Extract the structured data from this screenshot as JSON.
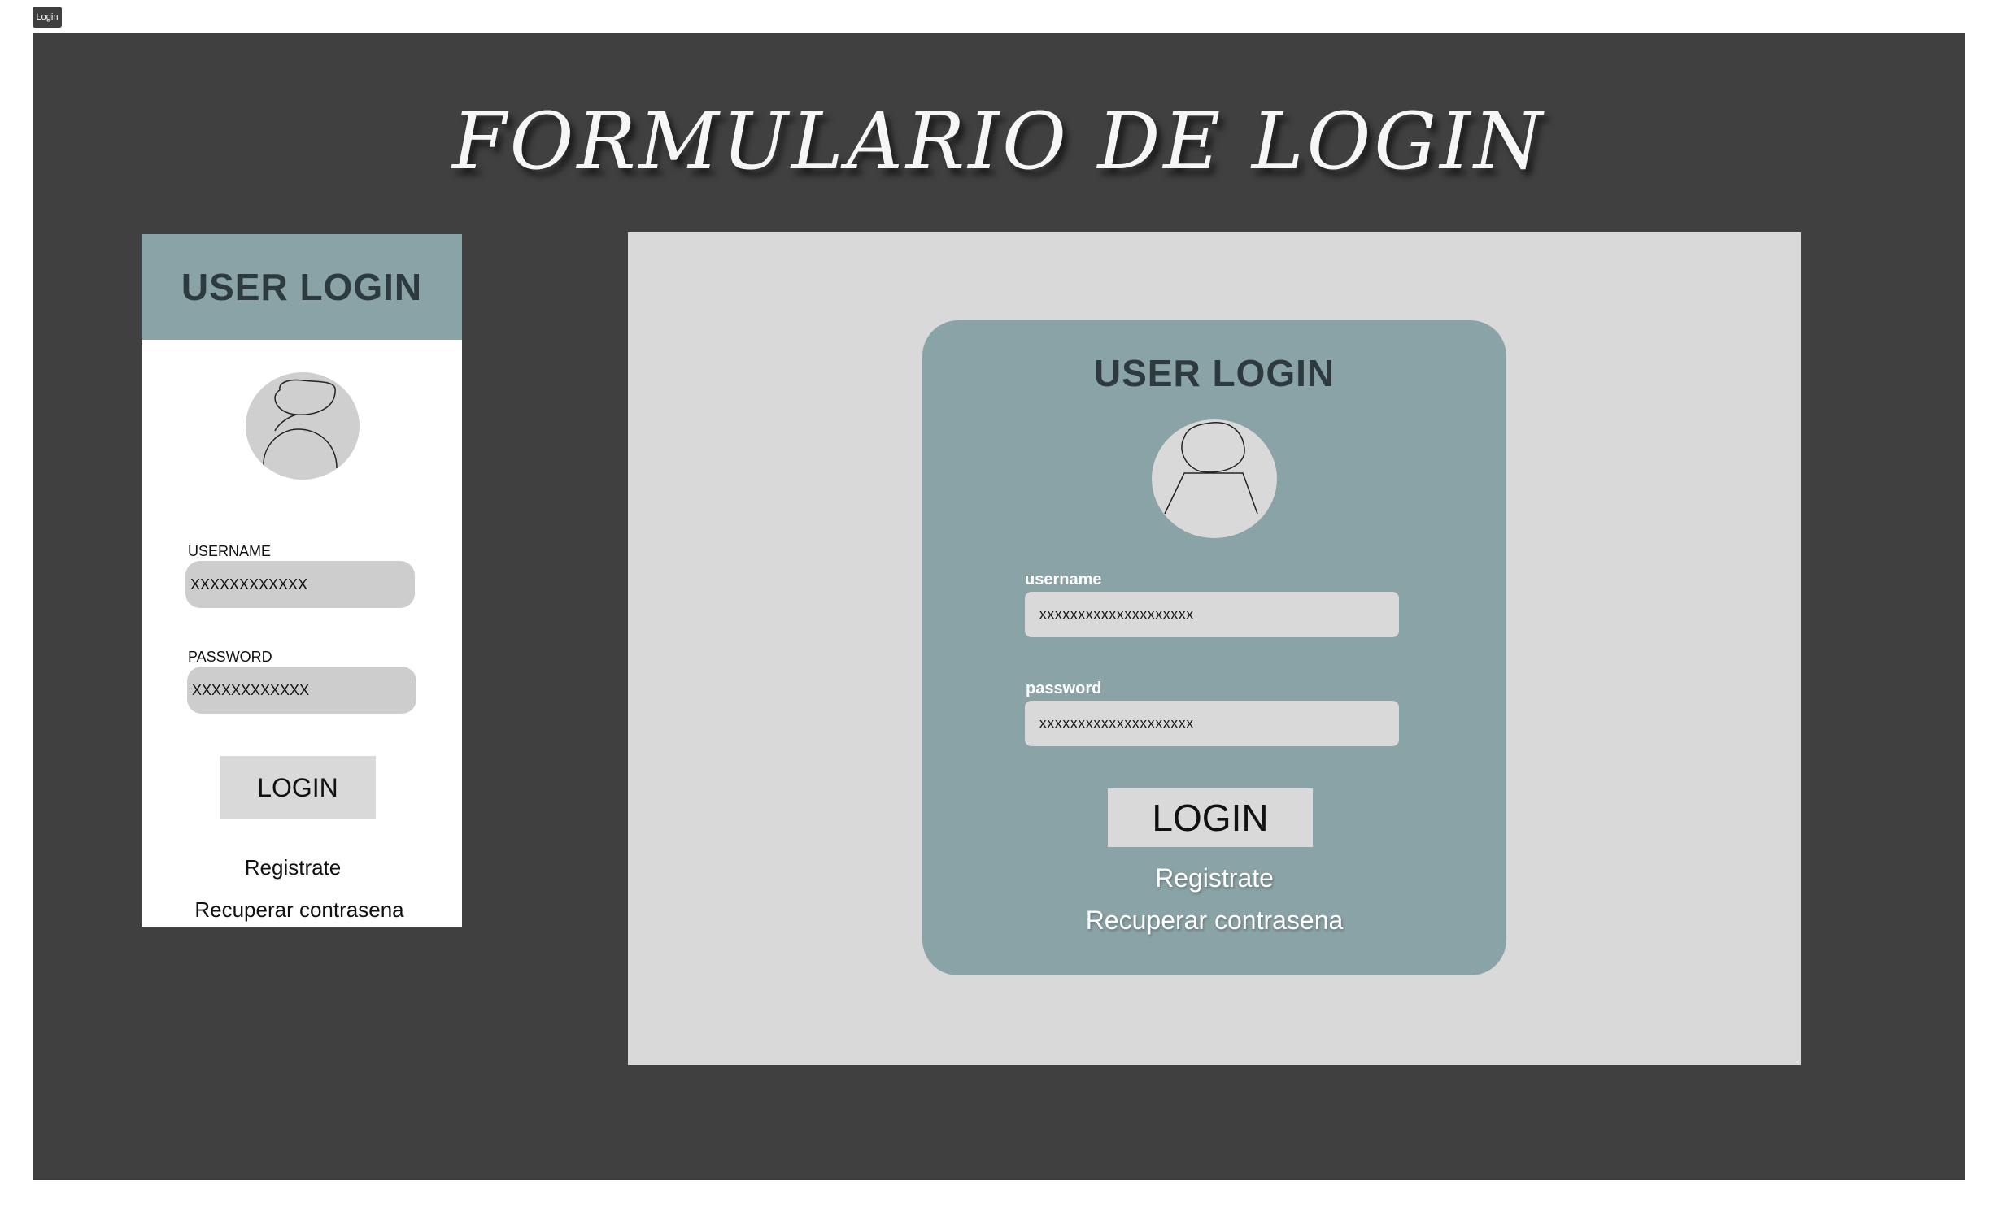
{
  "frame": {
    "tag": "Login"
  },
  "page": {
    "title": "FORMULARIO DE LOGIN"
  },
  "left_mockup": {
    "header": "USER LOGIN",
    "username_label": "USERNAME",
    "username_value": "XXXXXXXXXXXX",
    "password_label": "PASSWORD",
    "password_value": "XXXXXXXXXXXX",
    "login_button": "LOGIN",
    "register_link": "Registrate",
    "recover_link": "Recuperar contrasena"
  },
  "right_mockup": {
    "title": "USER LOGIN",
    "username_label": "username",
    "username_value": "xxxxxxxxxxxxxxxxxxxx",
    "password_label": "password",
    "password_value": "xxxxxxxxxxxxxxxxxxxx",
    "login_button": "LOGIN",
    "register_link": "Registrate",
    "recover_link": "Recuperar contrasena"
  },
  "colors": {
    "canvas": "#404040",
    "accent_teal": "#8aa3a6",
    "field_gray": "#cdcdcd",
    "panel_gray": "#d9d9d9"
  },
  "icons": [
    "user-avatar-icon"
  ]
}
